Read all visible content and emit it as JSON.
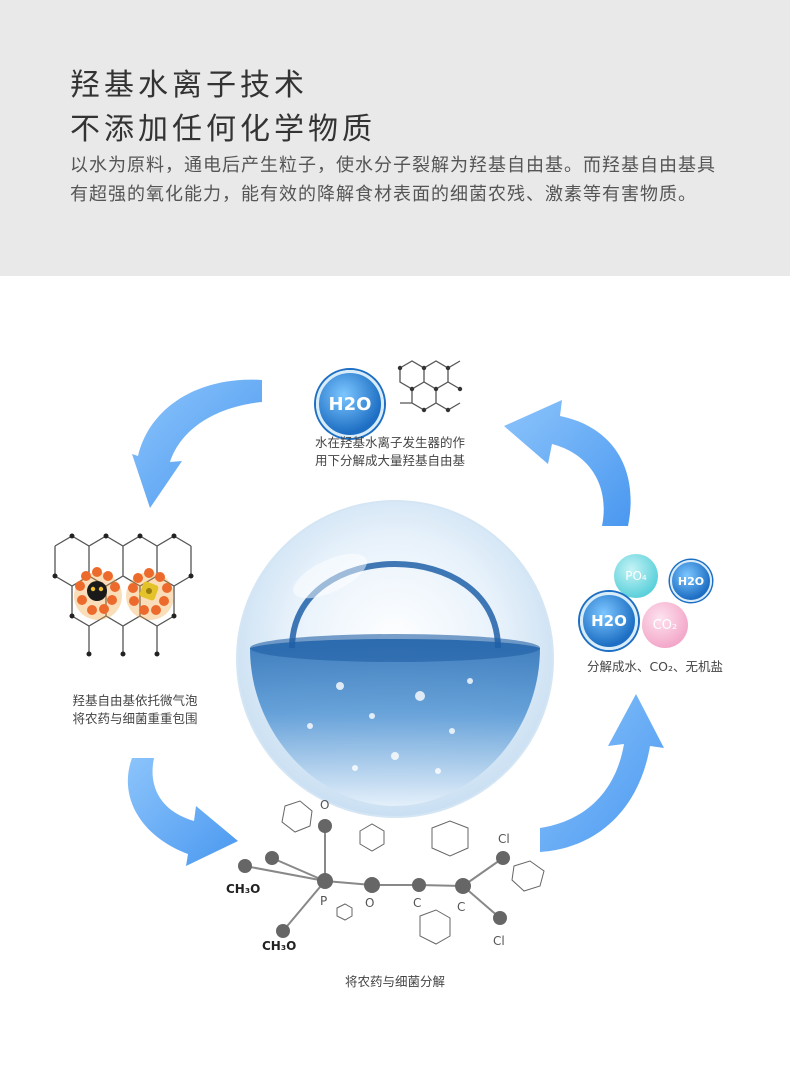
{
  "header": {
    "title_line1": "羟基水离子技术",
    "title_line2": "不添加任何化学物质",
    "description": "以水为原料，通电后产生粒子，使水分子裂解为羟基自由基。而羟基自由基具有超强的氧化能力，能有效的降解食材表面的细菌农残、激素等有害物质。"
  },
  "diagram": {
    "step_top": {
      "line1": "水在羟基水离子发生器的作",
      "line2": "用下分解成大量羟基自由基"
    },
    "step_left": {
      "line1": "羟基自由基依托微气泡",
      "line2": "将农药与细菌重重包围"
    },
    "step_bottom": {
      "caption": "将农药与细菌分解"
    },
    "step_right": {
      "caption": "分解成水、CO₂、无机盐"
    },
    "molecules": {
      "h2o": "H2O",
      "po4": "PO₄",
      "co2": "CO₂"
    },
    "atoms": {
      "o_top": "O",
      "p": "P",
      "o_mid": "O",
      "c1": "C",
      "c2": "C",
      "cl_top": "Cl",
      "cl_bottom": "Cl",
      "ch3o_1": "CH₃O",
      "ch3o_2": "CH₃O"
    }
  },
  "colors": {
    "header_bg": "#e9e9e9",
    "arrow_blue": "#5aa5f5",
    "h2o_blue": "#1a6fc0",
    "po4_cyan": "#6ed8e0",
    "co2_pink": "#f3a6c8",
    "atom_gray": "#666666"
  }
}
